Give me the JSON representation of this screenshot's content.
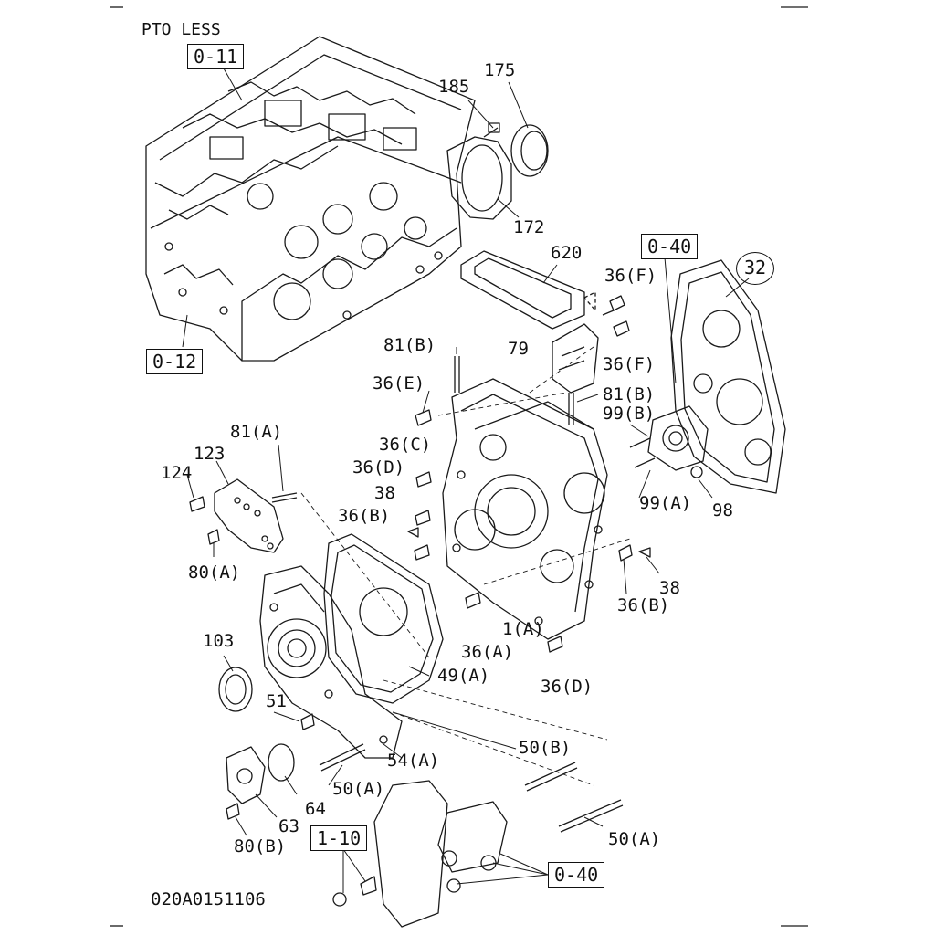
{
  "header": {
    "title": "PTO LESS"
  },
  "footer": {
    "drawing_number": "020A0151106"
  },
  "references": {
    "block_head": "0-11",
    "block_lower": "0-12",
    "rear_cover": "0-40",
    "mount_group": "1-10",
    "mount_ref": "0-40"
  },
  "circled_part": "32",
  "callouts": {
    "c175": "175",
    "c185": "185",
    "c172": "172",
    "c620": "620",
    "c36f_top": "36(F)",
    "c79": "79",
    "c36f_mid": "36(F)",
    "c81b_left": "81(B)",
    "c81b_right": "81(B)",
    "c36e": "36(E)",
    "c99b": "99(B)",
    "c36c": "36(C)",
    "c36d_upper": "36(D)",
    "c38_left": "38",
    "c36b_left": "36(B)",
    "c81a": "81(A)",
    "c123": "123",
    "c124": "124",
    "c80a": "80(A)",
    "c99a": "99(A)",
    "c98": "98",
    "c38_right": "38",
    "c36b_right": "36(B)",
    "c1a": "1(A)",
    "c36a": "36(A)",
    "c36d_lower": "36(D)",
    "c49a": "49(A)",
    "c103": "103",
    "c51": "51",
    "c50b": "50(B)",
    "c54a": "54(A)",
    "c50a_left": "50(A)",
    "c64": "64",
    "c63": "63",
    "c80b": "80(B)",
    "c50a_right": "50(A)"
  }
}
